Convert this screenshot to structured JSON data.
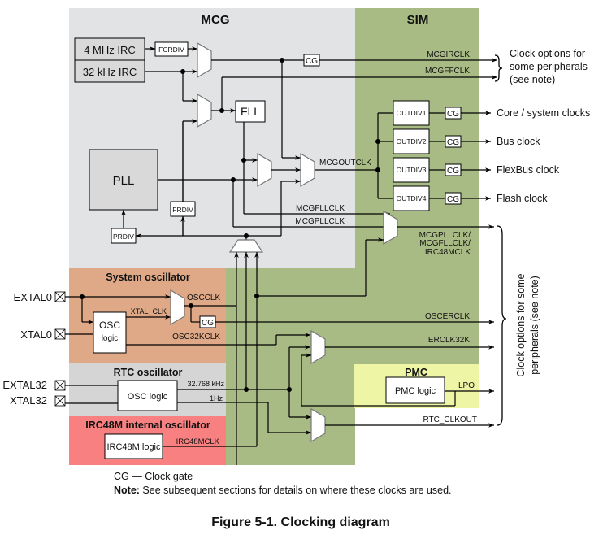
{
  "regions": {
    "mcg": "MCG",
    "sim": "SIM",
    "system_osc": "System oscillator",
    "rtc_osc": "RTC oscillator",
    "irc48m": "IRC48M internal oscillator",
    "pmc": "PMC"
  },
  "blocks": {
    "irc4m": "4 MHz IRC",
    "irc32k": "32 kHz IRC",
    "fcrdiv": "FCRDIV",
    "fll": "FLL",
    "pll": "PLL",
    "frdiv": "FRDIV",
    "prdiv": "PRDIV",
    "osc_logic_line1": "OSC",
    "osc_logic_line2": "logic",
    "rtc_osc_logic": "OSC logic",
    "irc48m_logic": "IRC48M logic",
    "pmc_logic": "PMC logic",
    "outdiv1": "OUTDIV1",
    "outdiv2": "OUTDIV2",
    "outdiv3": "OUTDIV3",
    "outdiv4": "OUTDIV4",
    "cg": "CG"
  },
  "signals": {
    "mcgirclk": "MCGIRCLK",
    "mcgffclk": "MCGFFCLK",
    "mcgoutclk": "MCGOUTCLK",
    "mcgfllclk": "MCGFLLCLK",
    "mcgpllclk": "MCGPLLCLK",
    "mux_out_line1": "MCGPLLCLK/",
    "mux_out_line2": "MCGFLLCLK/",
    "mux_out_line3": "IRC48MCLK",
    "oscclk": "OSCCLK",
    "xtal_clk": "XTAL_CLK",
    "osc32kclk": "OSC32KCLK",
    "oscerclk": "OSCERCLK",
    "erclk32k": "ERCLK32K",
    "rtc_32k": "32.768 kHz",
    "rtc_1hz": "1Hz",
    "irc48mclk": "IRC48MCLK",
    "lpo": "LPO",
    "rtc_clkout": "RTC_CLKOUT"
  },
  "pins": {
    "extal0": "EXTAL0",
    "xtal0": "XTAL0",
    "extal32": "EXTAL32",
    "xtal32": "XTAL32"
  },
  "outputs": {
    "core": "Core / system clocks",
    "bus": "Bus clock",
    "flexbus": "FlexBus clock",
    "flash": "Flash clock",
    "top_note_line1": "Clock options for",
    "top_note_line2": "some peripherals",
    "top_note_line3": "(see note)",
    "side_note_line1": "Clock options for some",
    "side_note_line2": "peripherals (see note)"
  },
  "legend": {
    "cg_def": "CG — Clock gate",
    "note_label": "Note:",
    "note_text": " See subsequent sections for details on where these clocks are used."
  },
  "caption": "Figure 5-1. Clocking diagram",
  "colors": {
    "mcg_bg": "#e1e3e4",
    "sim_bg": "#a9bb85",
    "system_osc_bg": "#dfa987",
    "rtc_osc_bg": "#d5d5d5",
    "irc48m_bg": "#f98080",
    "pmc_bg": "#eef6a6"
  }
}
